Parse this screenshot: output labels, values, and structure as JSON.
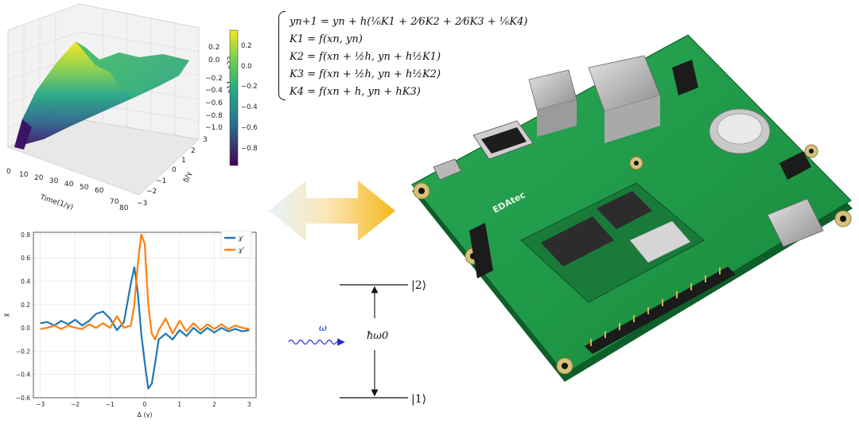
{
  "surface": {
    "xlabel": "Time(1/γ)",
    "ylabel": "δ/γ",
    "zlabel": "ρ11 − ρ22",
    "xticks": [
      "0",
      "10",
      "20",
      "30",
      "40",
      "50",
      "60",
      "70",
      "80"
    ],
    "yticks": [
      "3",
      "2",
      "1",
      "0",
      "−1",
      "−2",
      "−3"
    ],
    "zticks": [
      "0.2",
      "0.0",
      "−0.2",
      "−0.4",
      "−0.6",
      "−0.8",
      "−1.0"
    ],
    "colorbar_ticks": [
      "0.2",
      "0.0",
      "−0.2",
      "−0.4",
      "−0.6",
      "−0.8"
    ]
  },
  "chart_data": {
    "type": "line",
    "xlabel": "Δ (γ)",
    "ylabel": "χ",
    "xlim": [
      -3.2,
      3.2
    ],
    "ylim": [
      -0.6,
      0.82
    ],
    "xticks": [
      -3,
      -2,
      -1,
      0,
      1,
      2,
      3
    ],
    "yticks": [
      -0.6,
      -0.4,
      -0.2,
      0.0,
      0.2,
      0.4,
      0.6,
      0.8
    ],
    "xtick_labels": [
      "−3",
      "−2",
      "−1",
      "0",
      "1",
      "2",
      "3"
    ],
    "ytick_labels": [
      "−0.6",
      "−0.4",
      "−0.2",
      "0.0",
      "0.2",
      "0.4",
      "0.6",
      "0.8"
    ],
    "grid": true,
    "legend": "top-right",
    "x": [
      -3.0,
      -2.8,
      -2.6,
      -2.4,
      -2.2,
      -2.0,
      -1.8,
      -1.6,
      -1.4,
      -1.2,
      -1.0,
      -0.8,
      -0.6,
      -0.4,
      -0.3,
      -0.2,
      -0.1,
      0.0,
      0.1,
      0.2,
      0.3,
      0.4,
      0.6,
      0.8,
      1.0,
      1.2,
      1.4,
      1.6,
      1.8,
      2.0,
      2.2,
      2.4,
      2.6,
      2.8,
      3.0
    ],
    "series": [
      {
        "name": "χ′",
        "color": "#1f77b4",
        "values": [
          0.04,
          0.05,
          0.02,
          0.06,
          0.03,
          0.07,
          0.02,
          0.06,
          0.12,
          0.14,
          0.08,
          -0.02,
          0.05,
          0.38,
          0.52,
          0.3,
          -0.05,
          -0.3,
          -0.52,
          -0.48,
          -0.3,
          -0.1,
          -0.05,
          -0.1,
          -0.02,
          -0.07,
          0.0,
          -0.05,
          0.0,
          -0.04,
          0.0,
          -0.03,
          -0.01,
          -0.03,
          -0.02
        ]
      },
      {
        "name": "χ″",
        "color": "#ff7f0e",
        "values": [
          -0.01,
          0.0,
          0.02,
          -0.01,
          0.02,
          0.0,
          -0.01,
          0.03,
          0.0,
          0.04,
          0.0,
          0.1,
          0.0,
          0.02,
          0.2,
          0.55,
          0.8,
          0.72,
          0.2,
          -0.05,
          -0.1,
          -0.02,
          0.08,
          -0.05,
          0.06,
          -0.03,
          0.04,
          -0.02,
          0.03,
          -0.01,
          0.03,
          -0.01,
          0.02,
          0.0,
          -0.01
        ]
      }
    ]
  },
  "equations": {
    "row1": "yn+1 = yn + h(⅙K1 + 2⁄6K2 + 2⁄6K3 + ⅙K4)",
    "row2": "K1 = f(xn, yn)",
    "row3": "K2 = f(xn + ½h, yn + h½K1)",
    "row4": "K3 = f(xn + ½h, yn + h½K2)",
    "row5": "K4 = f(xn + h, yn + hK3)"
  },
  "levels": {
    "upper": "|2⟩",
    "lower": "|1⟩",
    "gap": "ħω0",
    "photon": "ω"
  },
  "board": {
    "silkscreen": "EDAtec"
  },
  "colors": {
    "pcb": "#1f9a4a",
    "arrow": "#f6b81a",
    "photon": "#1a2bd6"
  }
}
